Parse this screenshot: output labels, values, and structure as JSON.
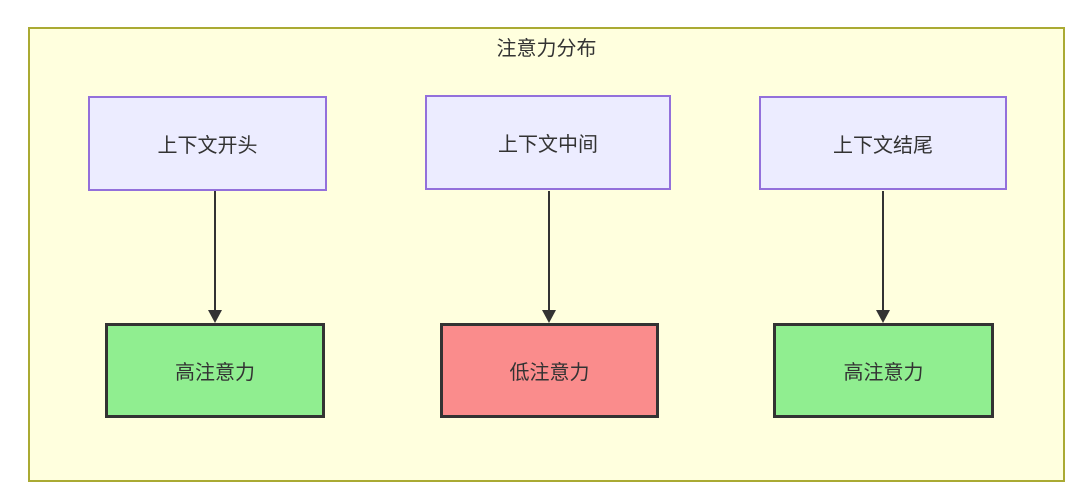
{
  "diagram": {
    "type": "flowchart",
    "title": "注意力分布",
    "nodes": {
      "context_start": "上下文开头",
      "context_middle": "上下文中间",
      "context_end": "上下文结尾",
      "attention_start": "高注意力",
      "attention_middle": "低注意力",
      "attention_end": "高注意力"
    },
    "edges": [
      {
        "from": "上下文开头",
        "to": "高注意力"
      },
      {
        "from": "上下文中间",
        "to": "低注意力"
      },
      {
        "from": "上下文结尾",
        "to": "高注意力"
      }
    ],
    "colors": {
      "canvas-bg": "#ffffff",
      "cluster-bg": "#ffffde",
      "cluster-border": "#aaaa33",
      "context-node-bg": "#ececff",
      "context-node-border": "#9370db",
      "high-attention-bg": "#90ee90",
      "low-attention-bg": "#fa8c8c",
      "attention-node-border": "#333333",
      "edge-color": "#333333",
      "text-color": "#333333"
    }
  }
}
